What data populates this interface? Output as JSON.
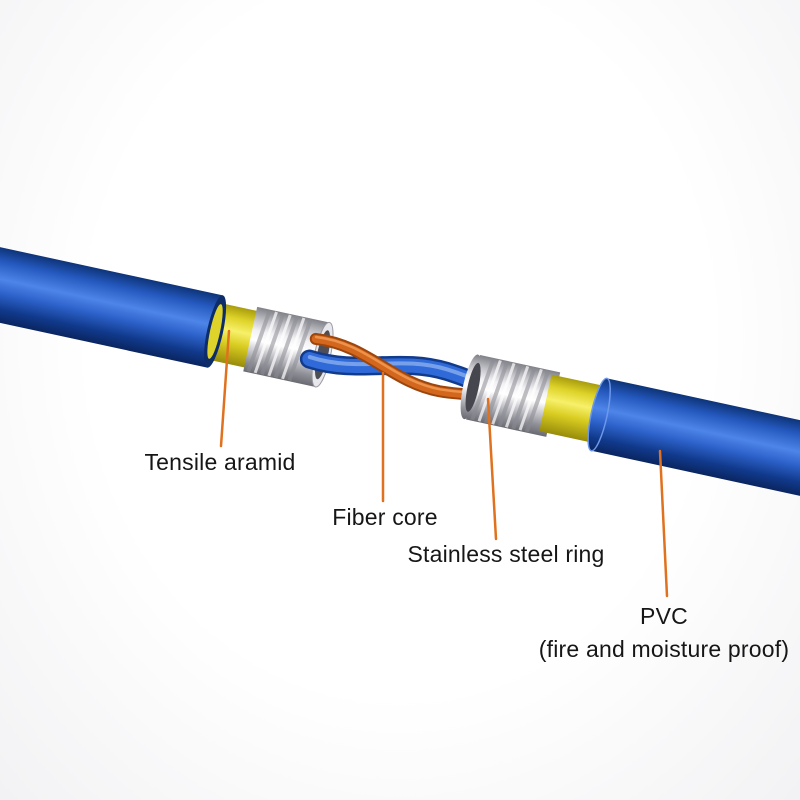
{
  "diagram": {
    "labels": {
      "tensile_aramid": "Tensile aramid",
      "fiber_core": "Fiber core",
      "stainless_steel_ring": "Stainless steel ring",
      "pvc_line1": "PVC",
      "pvc_line2": "(fire and moisture proof)"
    },
    "colors": {
      "jacket_blue": "#1e55c0",
      "aramid_yellow": "#f2e836",
      "steel_gray": "#d8d8dc",
      "fiber_core_orange": "#d4671e",
      "buffer_tube_blue": "#2f6ad8",
      "leader_line_orange": "#e0711e",
      "label_text": "#161616",
      "background": "#ffffff"
    }
  }
}
